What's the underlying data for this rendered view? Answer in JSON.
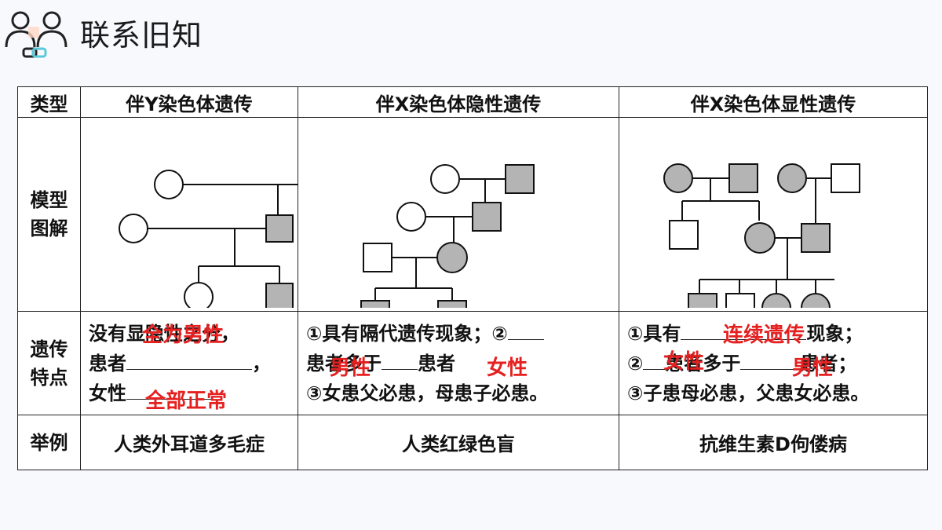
{
  "header": {
    "title": "联系旧知",
    "logo_icon": "people-link-icon"
  },
  "table": {
    "headers": [
      "类型",
      "伴Y染色体遗传",
      "伴X染色体隐性遗传",
      "伴X染色体显性遗传"
    ],
    "rows": {
      "diagram_label": "模型图解",
      "feature_label": "遗传特点",
      "example_label": "举例"
    },
    "features": {
      "y": {
        "line1": "没有显隐性之分，",
        "line2_prefix": "患者",
        "line2_suffix": "，",
        "line3_prefix": "女性",
        "answer1": "全为男性",
        "answer2": "全部正常"
      },
      "xr": {
        "line1_prefix": "①具有隔代遗传现象；②",
        "line2_prefix": "患者多于",
        "line2_mid": "患者",
        "line3": "③女患父必患，母患子必患。",
        "answer1": "男性",
        "answer2": "女性"
      },
      "xd": {
        "line1_prefix": "①具有",
        "line1_suffix": "现象；",
        "line2_prefix": "②",
        "line2_mid": "患者多于",
        "line2_suffix": "患者；",
        "line3": "③子患母必患，父患女必患。",
        "answer1": "连续遗传",
        "answer2": "女性",
        "answer3": "男性"
      }
    },
    "examples": [
      "人类外耳道多毛症",
      "人类红绿色盲",
      "抗维生素D佝偻病"
    ]
  },
  "colors": {
    "affected": "#b4b4b4",
    "answer": "#e52020",
    "background": "#f7f9fd"
  }
}
